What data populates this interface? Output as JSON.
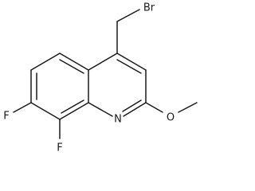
{
  "molecule": {
    "atoms": {
      "bromine": "Br",
      "nitrogen": "N",
      "oxygen": "O",
      "fluorine_7": "F",
      "fluorine_8": "F"
    }
  },
  "colors": {
    "bond": "#1a1a1a",
    "background": "#ffffff"
  }
}
